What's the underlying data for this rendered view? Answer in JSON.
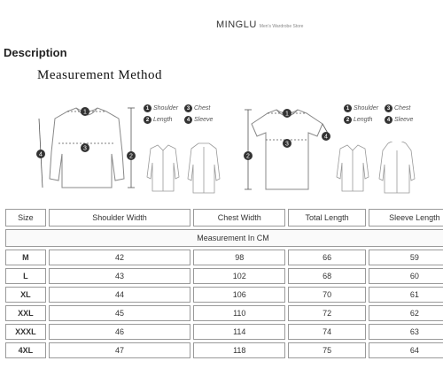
{
  "header": {
    "store_name": "MINGLU",
    "store_sub": "Men's Wardrobe Store"
  },
  "section": {
    "description_title": "Description",
    "method_title": "Measurement Method"
  },
  "legend": {
    "items": [
      {
        "num": "1",
        "label": "Shoulder"
      },
      {
        "num": "3",
        "label": "Chest"
      },
      {
        "num": "2",
        "label": "Length"
      },
      {
        "num": "4",
        "label": "Sleeve"
      }
    ]
  },
  "table": {
    "headers": [
      "Size",
      "Shoulder Width",
      "Chest Width",
      "Total Length",
      "Sleeve Length"
    ],
    "unit_banner": "Measurement In CM",
    "rows": [
      [
        "M",
        "42",
        "98",
        "66",
        "59"
      ],
      [
        "L",
        "43",
        "102",
        "68",
        "60"
      ],
      [
        "XL",
        "44",
        "106",
        "70",
        "61"
      ],
      [
        "XXL",
        "45",
        "110",
        "72",
        "62"
      ],
      [
        "XXXL",
        "46",
        "114",
        "74",
        "63"
      ],
      [
        "4XL",
        "47",
        "118",
        "75",
        "64"
      ]
    ]
  },
  "colors": {
    "border": "#9a9a9a",
    "badge": "#333333",
    "line": "#888888"
  }
}
